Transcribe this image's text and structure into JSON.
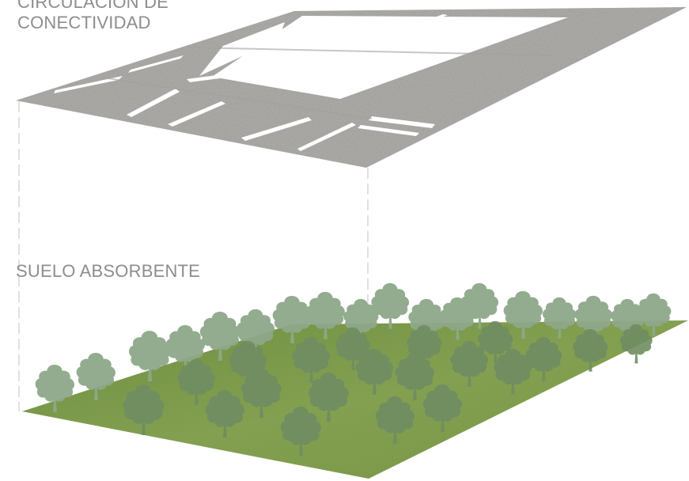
{
  "labels": {
    "top_line1": "CIRCULACIÓN DE",
    "top_line2": "CONECTIVIDAD",
    "bottom": "SUELO ABSORBENTE"
  },
  "icons": [
    "paved-plane-icon",
    "grass-plane-icon",
    "tree-icon"
  ],
  "colors": {
    "pavement": "#b7b6b3",
    "pavement_shadow": "#a9a8a5",
    "road_marking": "#ffffff",
    "grass": "#7e9b4a",
    "grass_dark": "#6a8a3b",
    "tree_light": "#8ea88a",
    "tree_dark": "#6f8d62",
    "dashed_line": "#cfcfcf",
    "label": "#8d8d8d"
  }
}
